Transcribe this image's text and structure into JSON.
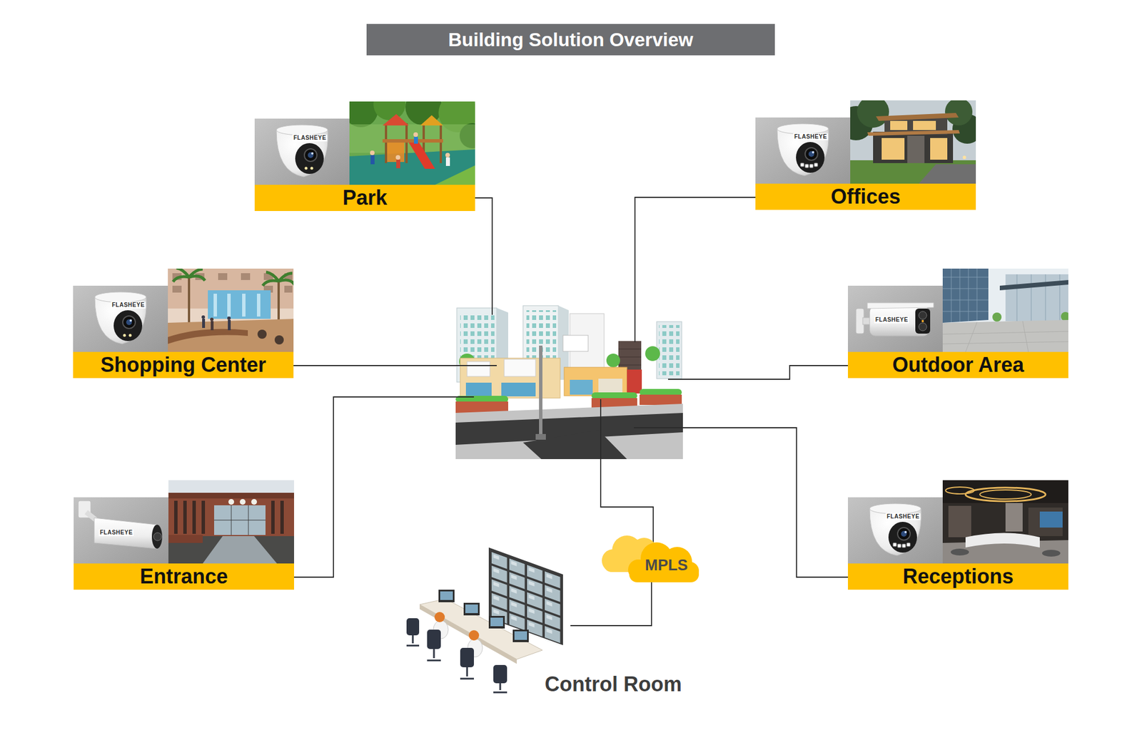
{
  "diagram": {
    "title": "Building Solution Overview",
    "nodes": [
      {
        "text": [
          "Park"
        ]
      },
      {
        "text": [
          "Offices"
        ]
      },
      {
        "text": [
          "Shopping Center"
        ]
      },
      {
        "text": [
          "Outdoor Area"
        ]
      },
      {
        "text": [
          "Entrance"
        ]
      },
      {
        "text": [
          "Receptions"
        ]
      },
      {
        "text": [
          "MPLS"
        ]
      },
      {
        "text": [
          "Control Room"
        ]
      }
    ],
    "edges": [
      {
        "from": 6,
        "to": 7,
        "arrow": "none"
      }
    ],
    "labels": [
      "FLASHEYE",
      "FLASHEYE",
      "FLASHEYE",
      "FLASHEYE",
      "FLASHEYE",
      "FLASHEYE"
    ]
  }
}
